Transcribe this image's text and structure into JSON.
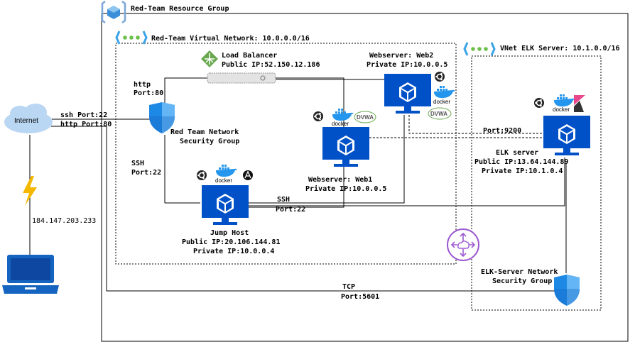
{
  "groups": {
    "resource_group": "Red-Team Resource Group",
    "vnet_red": "Red-Team Virtual Network: 10.0.0.0/16",
    "vnet_elk": "VNet ELK Server: 10.1.0.0/16"
  },
  "nodes": {
    "internet": "Internet",
    "load_balancer": {
      "name": "Load Balancer",
      "ip": "Public IP:52.150.12.186"
    },
    "web2": {
      "name": "Webserver: Web2",
      "ip": "Private IP:10.0.0.5"
    },
    "web1": {
      "name": "Webserver: Web1",
      "ip": "Private IP:10.0.0.5"
    },
    "jump": {
      "name": "Jump Host",
      "public": "Public IP:20.106.144.81",
      "private": "Private IP:10.0.0.4"
    },
    "elk": {
      "name": "ELK server",
      "public": "Public IP:13.64.144.89",
      "private": "Private IP:10.1.0.4"
    },
    "nsg_red": {
      "line1": "Red Team Network",
      "line2": "Security Group"
    },
    "nsg_elk": {
      "line1": "ELK-Server Network",
      "line2": "Security Group"
    },
    "client_ip": "184.147.203.233"
  },
  "edges": {
    "ssh22": "ssh Port:22",
    "http80": "http Port:80",
    "http_label": "http",
    "port80": "Port:80",
    "ssh_label": "SSH",
    "port22": "Port:22",
    "ssh_label2": "SSH",
    "port22b": "Port:22",
    "port9200": "Port:9200",
    "tcp": "TCP",
    "port5601": "Port:5601"
  },
  "icons": {
    "docker": "docker",
    "dvwa": "DVWA"
  },
  "colors": {
    "monitor": "#0050c8",
    "shield": "#1e88e5",
    "lb_green": "#6aa84f",
    "router": "#9b59d0",
    "bolt": "#f5b800",
    "cloud": "#b9d6f2",
    "laptop": "#1565c0"
  }
}
